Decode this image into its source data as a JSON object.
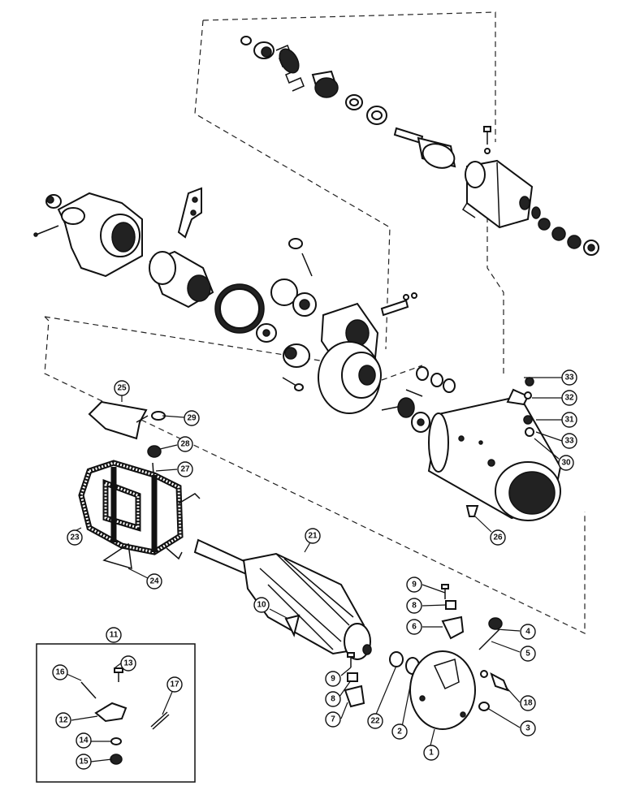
{
  "callouts": [
    {
      "id": "c1",
      "label": "1"
    },
    {
      "id": "c2",
      "label": "2"
    },
    {
      "id": "c3",
      "label": "3"
    },
    {
      "id": "c4",
      "label": "4"
    },
    {
      "id": "c5",
      "label": "5"
    },
    {
      "id": "c6",
      "label": "6"
    },
    {
      "id": "c7",
      "label": "7"
    },
    {
      "id": "c8a",
      "label": "8"
    },
    {
      "id": "c8b",
      "label": "8"
    },
    {
      "id": "c9a",
      "label": "9"
    },
    {
      "id": "c9b",
      "label": "9"
    },
    {
      "id": "c10",
      "label": "10"
    },
    {
      "id": "c11",
      "label": "11"
    },
    {
      "id": "c12",
      "label": "12"
    },
    {
      "id": "c13",
      "label": "13"
    },
    {
      "id": "c14",
      "label": "14"
    },
    {
      "id": "c15",
      "label": "15"
    },
    {
      "id": "c16",
      "label": "16"
    },
    {
      "id": "c17",
      "label": "17"
    },
    {
      "id": "c18",
      "label": "18"
    },
    {
      "id": "c21",
      "label": "21"
    },
    {
      "id": "c22",
      "label": "22"
    },
    {
      "id": "c23",
      "label": "23"
    },
    {
      "id": "c24",
      "label": "24"
    },
    {
      "id": "c25",
      "label": "25"
    },
    {
      "id": "c26",
      "label": "26"
    },
    {
      "id": "c27",
      "label": "27"
    },
    {
      "id": "c28",
      "label": "28"
    },
    {
      "id": "c29",
      "label": "29"
    },
    {
      "id": "c30",
      "label": "30"
    },
    {
      "id": "c31",
      "label": "31"
    },
    {
      "id": "c32",
      "label": "32"
    },
    {
      "id": "c33a",
      "label": "33"
    },
    {
      "id": "c33b",
      "label": "33"
    }
  ]
}
